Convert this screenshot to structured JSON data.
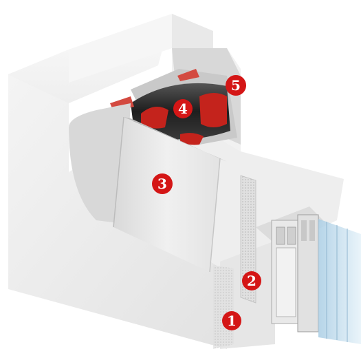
{
  "colors": {
    "marker_fill": "#d41616",
    "marker_text": "#ffffff",
    "wall_light": "#f3f3f3",
    "wall_mid": "#e4e4e4",
    "wall_shade": "#cfcfcf",
    "roller": "#2a2a2a",
    "roller_accent": "#c4231c",
    "glass": "#bcd8ea"
  },
  "markers": [
    {
      "label": "1",
      "part": "foundation"
    },
    {
      "label": "2",
      "part": "edge-strip"
    },
    {
      "label": "3",
      "part": "lintel-cover"
    },
    {
      "label": "4",
      "part": "roller-cylinder"
    },
    {
      "label": "5",
      "part": "end-cap"
    }
  ]
}
